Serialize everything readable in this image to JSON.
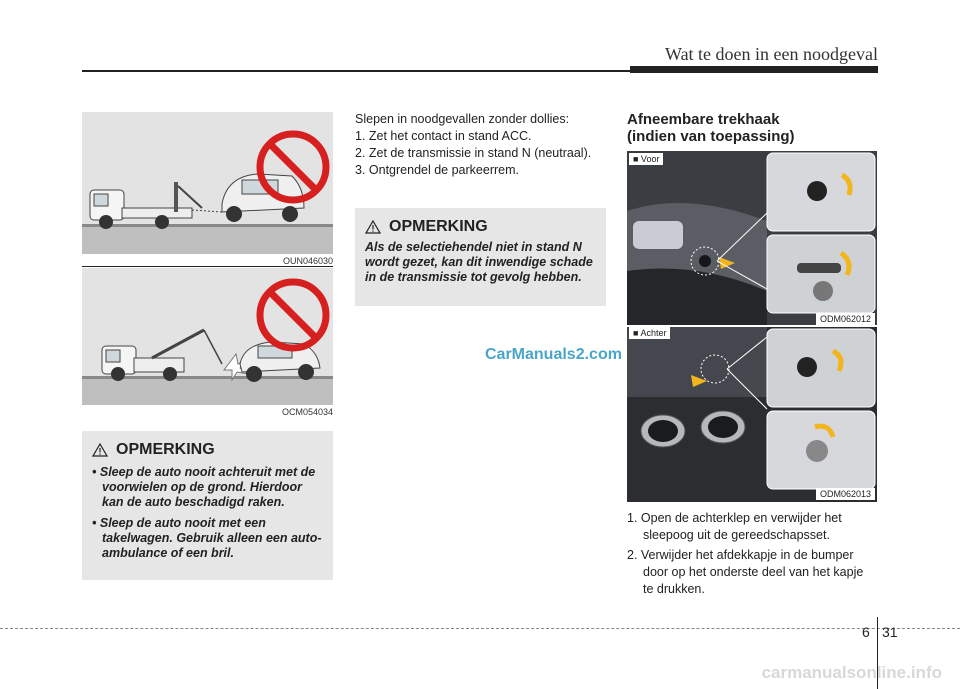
{
  "header": {
    "title": "Wat te doen in een noodgeval"
  },
  "figures": {
    "top_left_code": "OUN046030",
    "mid_left_code": "OCM054034",
    "front_code": "ODM062012",
    "rear_code": "ODM062013",
    "front_label": "■ Voor",
    "rear_label": "■ Achter"
  },
  "left_caution": {
    "heading": "OPMERKING",
    "items": [
      "Sleep de auto nooit achteruit met de voorwielen op de grond. Hierdoor kan de auto beschadigd raken.",
      "Sleep de auto nooit met een takelwagen. Gebruik alleen een auto-ambulance of een bril."
    ]
  },
  "middle": {
    "intro": "Slepen in noodgevallen zonder dollies:",
    "steps": [
      "1. Zet het contact in stand ACC.",
      "2. Zet de transmissie in stand N (neutraal).",
      "3. Ontgrendel de parkeerrem."
    ],
    "caution_heading": "OPMERKING",
    "caution_text": "Als de selectiehendel niet in stand N wordt gezet, kan dit inwendige schade in de transmissie tot gevolg hebben."
  },
  "right": {
    "heading_line1": "Afneembare trekhaak",
    "heading_line2": "(indien van toepassing)",
    "steps": [
      "1. Open de achterklep en verwijder het sleepoog uit de gereedschapsset.",
      "2. Verwijder het afdekkapje in de bumper door op het onderste deel van het kapje te drukken."
    ]
  },
  "footer": {
    "chapter": "6",
    "page": "31",
    "footer_watermark": "carmanualsonline.info"
  },
  "watermark": "CarManuals2.com"
}
